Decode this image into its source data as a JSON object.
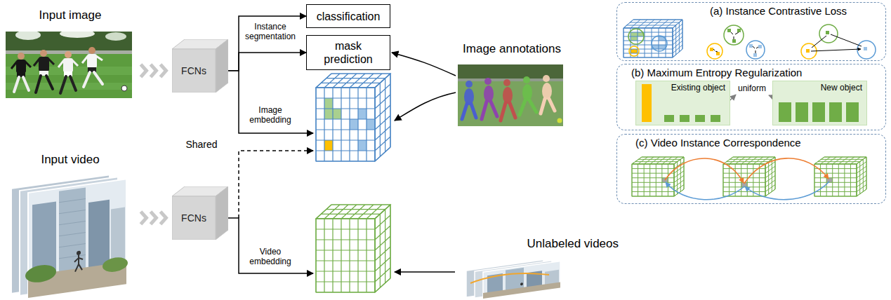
{
  "diagram": {
    "nodes": [
      {
        "text": [
          "Input image"
        ]
      },
      {
        "text": [
          "FCNs"
        ]
      },
      {
        "text": [
          "classification"
        ]
      },
      {
        "text": [
          "mask prediction"
        ]
      },
      {
        "text": [
          "Image annotations"
        ]
      },
      {
        "text": [
          "(a) Instance Contrastive Loss"
        ]
      },
      {
        "text": [
          "(b) Maximum Entropy Regularization"
        ]
      },
      {
        "text": [
          "Existing object"
        ],
        "in": 6
      },
      {
        "text": [
          "New object"
        ],
        "in": 6
      },
      {
        "text": [
          "Input video"
        ]
      },
      {
        "text": [
          "FCNs"
        ]
      },
      {
        "text": [
          "Unlabeled videos"
        ]
      },
      {
        "text": [
          "(c) Video Instance Correspondence"
        ]
      }
    ],
    "edges": [
      {
        "from": 0,
        "to": 1,
        "arrow": "to"
      },
      {
        "from": 1,
        "to": 2,
        "label": "Instance segmentation",
        "arrow": "to"
      },
      {
        "from": 1,
        "to": 3,
        "arrow": "to"
      },
      {
        "from": 4,
        "to": 3,
        "arrow": "to"
      },
      {
        "from": 9,
        "to": 10,
        "arrow": "to"
      }
    ],
    "labels": [
      "Shared",
      "Image embedding",
      "Video embedding",
      "uniform"
    ]
  }
}
